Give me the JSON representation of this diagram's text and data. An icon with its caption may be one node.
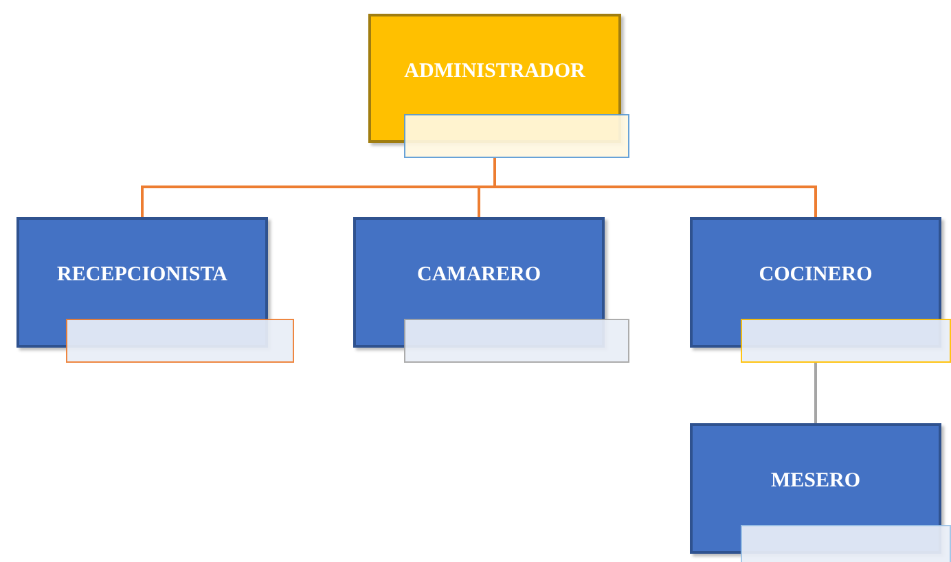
{
  "diagram": {
    "nodes": [
      {
        "text": [
          "ADMINISTRADOR"
        ]
      },
      {
        "text": [],
        "shape": "box"
      },
      {
        "text": [
          "RECEPCIONISTA"
        ]
      },
      {
        "text": [],
        "shape": "box"
      },
      {
        "text": [
          "CAMARERO"
        ]
      },
      {
        "text": [],
        "shape": "box"
      },
      {
        "text": [
          "COCINERO"
        ]
      },
      {
        "text": [],
        "shape": "box"
      },
      {
        "text": [
          "MESERO"
        ]
      },
      {
        "text": [],
        "shape": "box"
      }
    ],
    "edges": [
      {
        "from": 1,
        "to": 2,
        "arrow": "none"
      },
      {
        "from": 1,
        "to": 4,
        "arrow": "none"
      },
      {
        "from": 1,
        "to": 6,
        "arrow": "none"
      },
      {
        "from": 7,
        "to": 8,
        "arrow": "none",
        "color": "#a5a5a5"
      }
    ]
  }
}
